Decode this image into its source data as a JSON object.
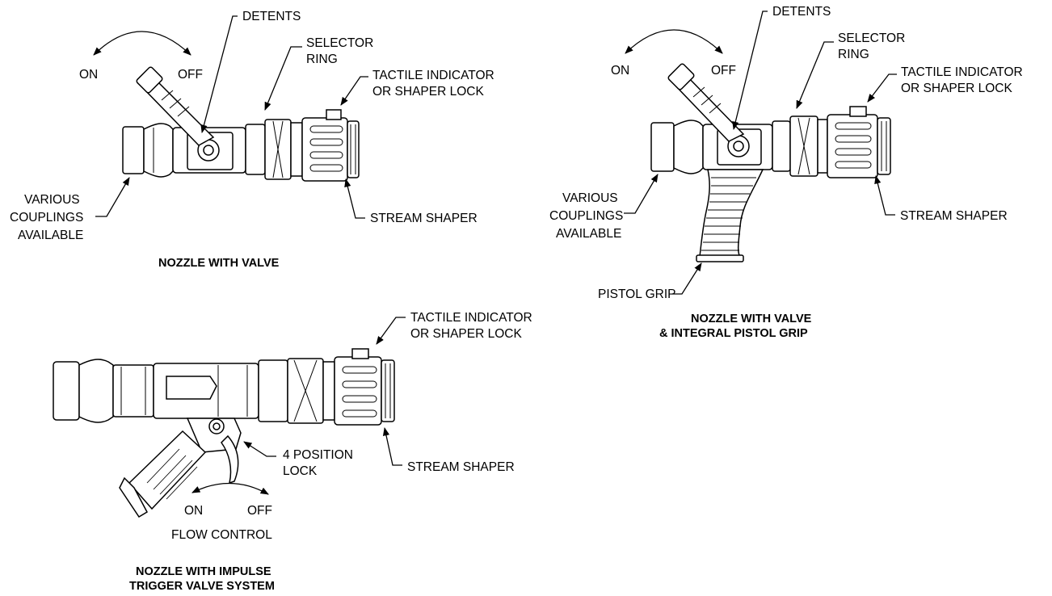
{
  "labels": {
    "detents": "DETENTS",
    "selector_ring": [
      "SELECTOR",
      "RING"
    ],
    "tactile_indicator": [
      "TACTILE INDICATOR",
      "OR SHAPER LOCK"
    ],
    "on": "ON",
    "off": "OFF",
    "various_couplings": [
      "VARIOUS",
      "COUPLINGS",
      "AVAILABLE"
    ],
    "stream_shaper": "STREAM SHAPER",
    "pistol_grip": "PISTOL GRIP",
    "four_position_lock": [
      "4 POSITION",
      "LOCK"
    ],
    "flow_control": "FLOW CONTROL"
  },
  "captions": {
    "nozzle_with_valve": "NOZZLE WITH VALVE",
    "nozzle_with_pistol_grip": [
      "NOZZLE WITH VALVE",
      "& INTEGRAL PISTOL GRIP"
    ],
    "nozzle_with_impulse": [
      "NOZZLE WITH IMPULSE",
      "TRIGGER VALVE SYSTEM"
    ]
  }
}
